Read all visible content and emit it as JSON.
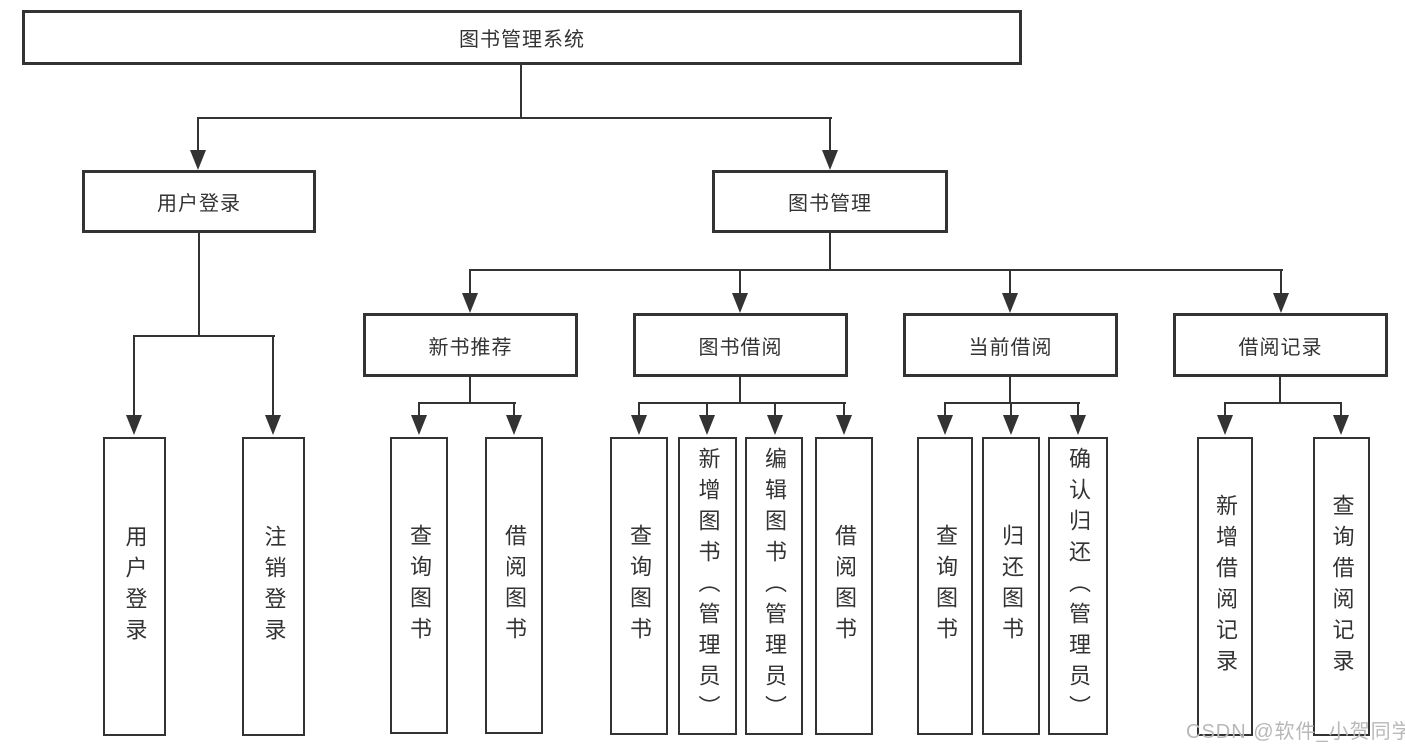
{
  "diagram": {
    "title": "图书管理系统",
    "level2": [
      {
        "label": "用户登录"
      },
      {
        "label": "图书管理"
      }
    ],
    "level3": [
      {
        "label": "新书推荐"
      },
      {
        "label": "图书借阅"
      },
      {
        "label": "当前借阅"
      },
      {
        "label": "借阅记录"
      }
    ],
    "leaves": [
      {
        "label": "用户登录"
      },
      {
        "label": "注销登录"
      },
      {
        "label": "查询图书"
      },
      {
        "label": "借阅图书"
      },
      {
        "label": "查询图书"
      },
      {
        "label": "新增图书（管理员）"
      },
      {
        "label": "编辑图书（管理员）"
      },
      {
        "label": "借阅图书"
      },
      {
        "label": "查询图书"
      },
      {
        "label": "归还图书"
      },
      {
        "label": "确认归还（管理员）"
      },
      {
        "label": "新增借阅记录"
      },
      {
        "label": "查询借阅记录"
      }
    ],
    "watermark": "CSDN @软件_小贺同学"
  },
  "colors": {
    "line": "#333333",
    "text": "#333333",
    "watermark": "#b8b8b8",
    "background": "#ffffff"
  }
}
